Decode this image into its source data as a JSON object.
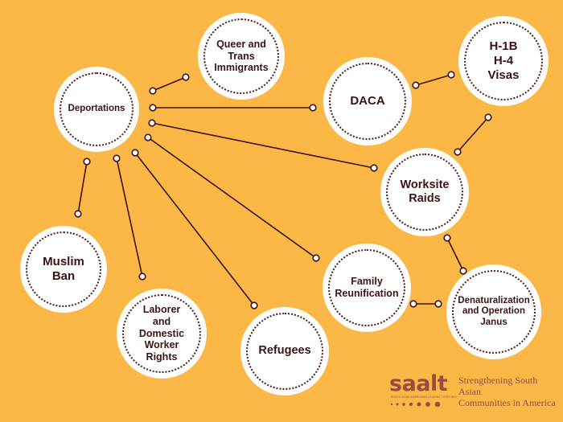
{
  "nodes": [
    {
      "id": "deportations",
      "label": "Deportations"
    },
    {
      "id": "queer",
      "label": "Queer and Trans Immigrants"
    },
    {
      "id": "daca",
      "label": "DACA"
    },
    {
      "id": "h1b",
      "label": "H-1B H-4 Visas"
    },
    {
      "id": "worksite",
      "label": "Worksite Raids"
    },
    {
      "id": "muslim",
      "label": "Muslim Ban"
    },
    {
      "id": "laborer",
      "label": "Laborer and Domestic Worker Rights"
    },
    {
      "id": "refugees",
      "label": "Refugees"
    },
    {
      "id": "family",
      "label": "Family Reunification"
    },
    {
      "id": "denat",
      "label": "Denaturalization and Operation Janus"
    }
  ],
  "connections": [
    {
      "from": "deportations",
      "to": "queer"
    },
    {
      "from": "deportations",
      "to": "daca"
    },
    {
      "from": "deportations",
      "to": "worksite"
    },
    {
      "from": "deportations",
      "to": "family"
    },
    {
      "from": "deportations",
      "to": "refugees"
    },
    {
      "from": "deportations",
      "to": "laborer"
    },
    {
      "from": "deportations",
      "to": "muslim"
    },
    {
      "from": "daca",
      "to": "h1b"
    },
    {
      "from": "h1b",
      "to": "worksite"
    },
    {
      "from": "worksite",
      "to": "denat"
    },
    {
      "from": "family",
      "to": "denat"
    }
  ],
  "colors": {
    "background": "#fcb846",
    "node_fill": "#ffffff",
    "line": "#3d1212",
    "text": "#3d1212",
    "logo": "#9b4a44"
  },
  "logo": {
    "wordmark": "saalt",
    "subline": "SOUTH ASIAN AMERICANS LEADING TOGETHER",
    "tagline_1": "Strengthening South Asian",
    "tagline_2": "Communities in America"
  }
}
